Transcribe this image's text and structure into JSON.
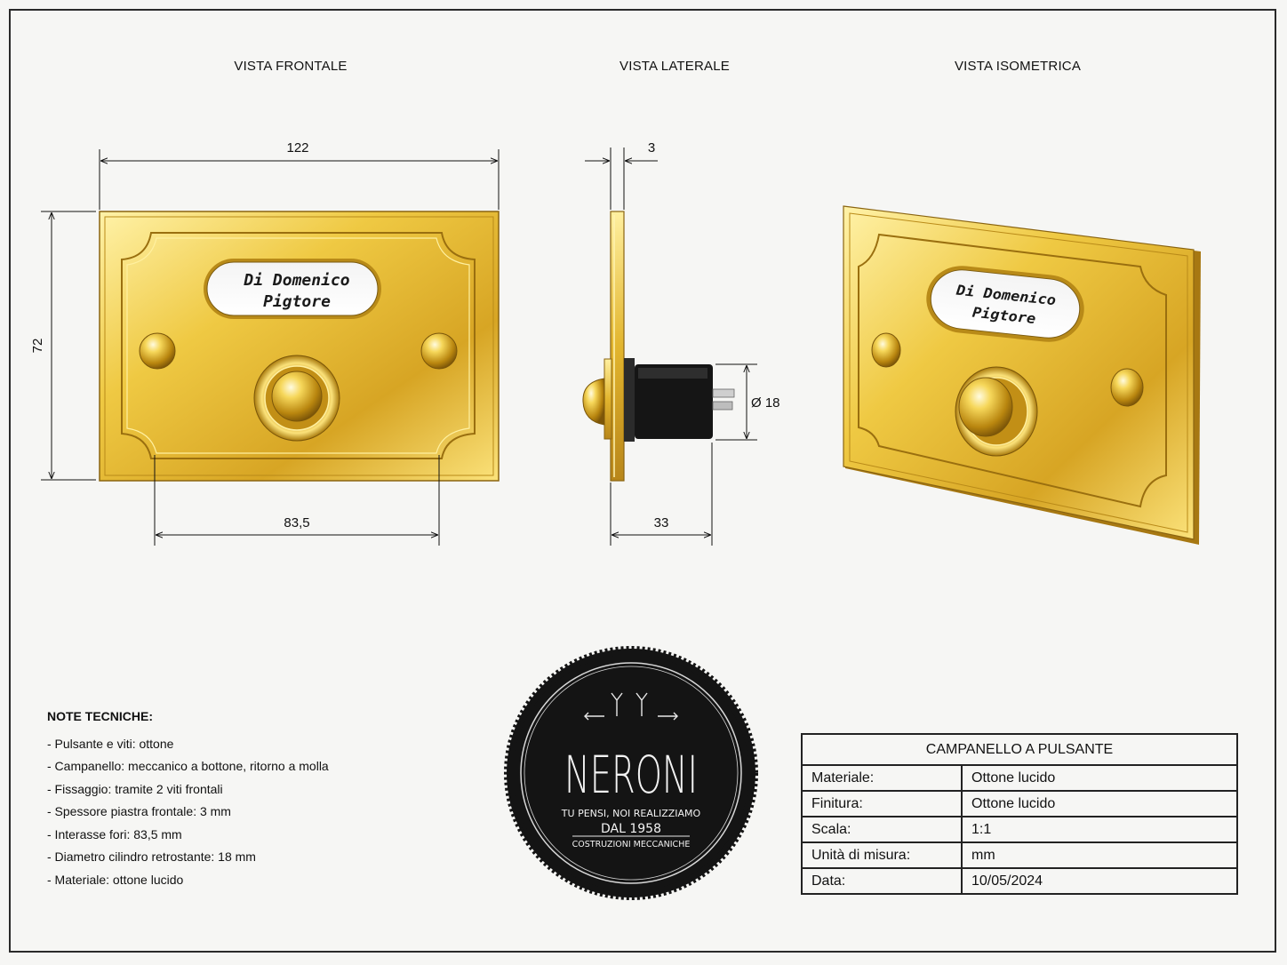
{
  "views": {
    "front_title": "VISTA FRONTALE",
    "side_title": "VISTA LATERALE",
    "iso_title": "VISTA ISOMETRICA"
  },
  "dimensions": {
    "width": "122",
    "height": "72",
    "hole_spacing": "83,5",
    "plate_thickness": "3",
    "depth": "33",
    "cylinder_diameter": "Ø 18"
  },
  "nameplate": {
    "line1": "Di Domenico",
    "line2": "Pigtore"
  },
  "notes": {
    "title": "NOTE TECNICHE:",
    "items": [
      "- Pulsante e viti: ottone",
      "- Campanello: meccanico a bottone, ritorno a molla",
      "- Fissaggio: tramite 2 viti frontali",
      "- Spessore piastra frontale: 3 mm",
      "- Interasse fori: 83,5 mm",
      "- Diametro cilindro retrostante: 18 mm",
      "- Materiale: ottone lucido"
    ]
  },
  "logo": {
    "brand": "NERONI",
    "tagline": "TU PENSI, NOI REALIZZIAMO",
    "since": "DAL 1958",
    "subtitle": "COSTRUZIONI   MECCANICHE"
  },
  "title_block": {
    "header": "CAMPANELLO A PULSANTE",
    "rows": [
      {
        "key": "Materiale:",
        "value": "Ottone lucido"
      },
      {
        "key": "Finitura:",
        "value": "Ottone lucido"
      },
      {
        "key": "Scala:",
        "value": "1:1"
      },
      {
        "key": "Unità di misura:",
        "value": "mm"
      },
      {
        "key": "Data:",
        "value": "10/05/2024"
      }
    ]
  },
  "colors": {
    "brass_light": "#fbe68a",
    "brass_mid": "#e3b830",
    "brass_dark": "#a9780f",
    "line": "#222222"
  }
}
